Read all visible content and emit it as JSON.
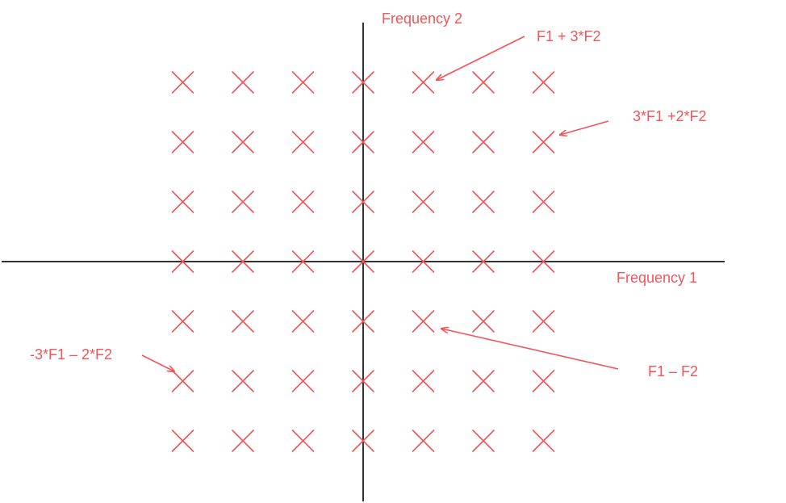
{
  "colors": {
    "background": "#ffffff",
    "axis": "#333333",
    "accent": "#f0555a"
  },
  "axes": {
    "x_label": "Frequency 1",
    "y_label": "Frequency 2"
  },
  "grid": {
    "f1_range": [
      -3,
      3
    ],
    "f2_range": [
      -3,
      3
    ],
    "marker": "x-mark"
  },
  "annotations": [
    {
      "id": "f1-plus-3f2",
      "text": "F1 + 3*F2",
      "f1": 1,
      "f2": 3
    },
    {
      "id": "3f1-plus-2f2",
      "text": "3*F1 +2*F2",
      "f1": 3,
      "f2": 2
    },
    {
      "id": "f1-minus-f2",
      "text": "F1 – F2",
      "f1": 1,
      "f2": -1
    },
    {
      "id": "neg3f1-minus-2f2",
      "text": "-3*F1 – 2*F2",
      "f1": -3,
      "f2": -2
    }
  ]
}
